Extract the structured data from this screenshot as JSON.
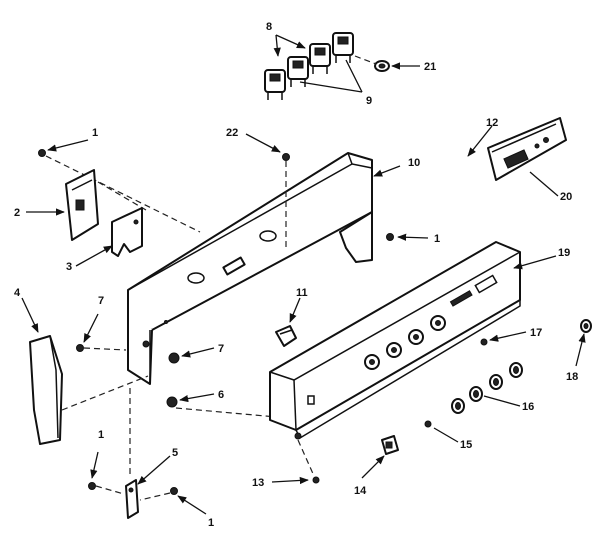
{
  "callouts": {
    "c1_top": "1",
    "c1_mid": "1",
    "c1_lower_left": "1",
    "c1_bottom_right": "1",
    "c2": "2",
    "c3": "3",
    "c4": "4",
    "c5": "5",
    "c6": "6",
    "c7_left": "7",
    "c7_right": "7",
    "c8": "8",
    "c9": "9",
    "c10": "10",
    "c11": "11",
    "c12": "12",
    "c13": "13",
    "c14": "14",
    "c15": "15",
    "c16": "16",
    "c17": "17",
    "c18": "18",
    "c19": "19",
    "c20": "20",
    "c21": "21",
    "c22": "22"
  }
}
